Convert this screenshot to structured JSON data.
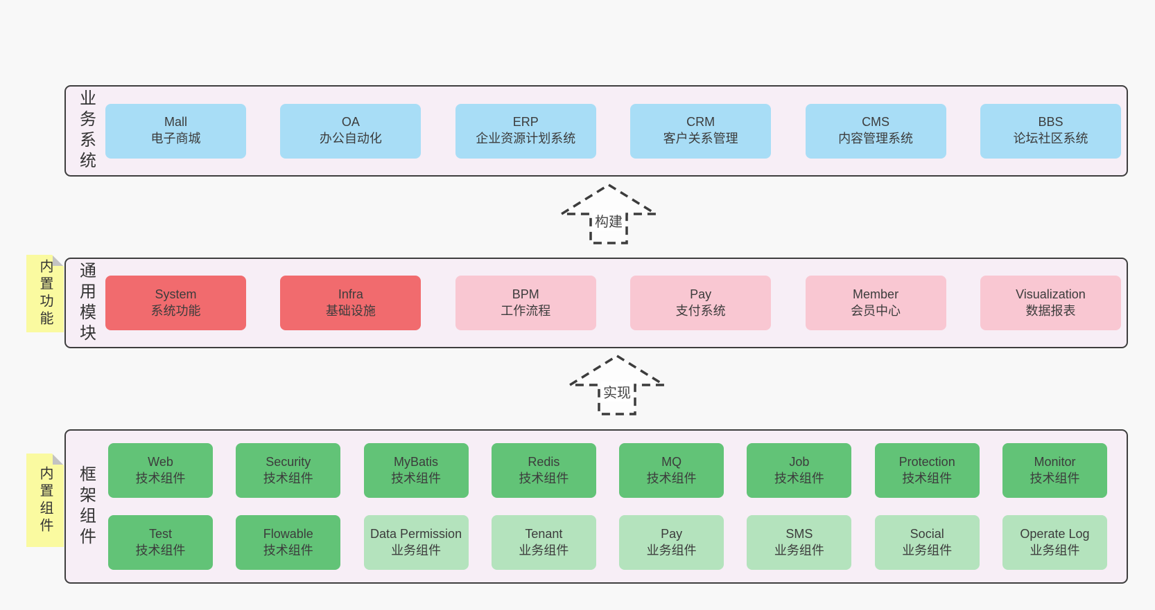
{
  "colors": {
    "page_bg": "#f8f8f8",
    "band_bg": "#f7eef6",
    "band_border": "#3e3e3e",
    "blue_box": "#a8ddf6",
    "red_box": "#f16b6e",
    "pink_box": "#f9c7d2",
    "green_box": "#62c377",
    "light_green_box": "#b4e3bd",
    "sticky_yellow": "#fafaa0"
  },
  "bands": {
    "business": {
      "label": "业务系统",
      "boxes": [
        {
          "en": "Mall",
          "zh": "电子商城"
        },
        {
          "en": "OA",
          "zh": "办公自动化"
        },
        {
          "en": "ERP",
          "zh": "企业资源计划系统"
        },
        {
          "en": "CRM",
          "zh": "客户关系管理"
        },
        {
          "en": "CMS",
          "zh": "内容管理系统"
        },
        {
          "en": "BBS",
          "zh": "论坛社区系统"
        }
      ]
    },
    "modules": {
      "label": "通用模块",
      "sticky": "内置功能",
      "boxes": [
        {
          "en": "System",
          "zh": "系统功能"
        },
        {
          "en": "Infra",
          "zh": "基础设施"
        },
        {
          "en": "BPM",
          "zh": "工作流程"
        },
        {
          "en": "Pay",
          "zh": "支付系统"
        },
        {
          "en": "Member",
          "zh": "会员中心"
        },
        {
          "en": "Visualization",
          "zh": "数据报表"
        }
      ]
    },
    "components": {
      "label": "框架组件",
      "sticky": "内置组件",
      "row1": [
        {
          "en": "Web",
          "zh": "技术组件"
        },
        {
          "en": "Security",
          "zh": "技术组件"
        },
        {
          "en": "MyBatis",
          "zh": "技术组件"
        },
        {
          "en": "Redis",
          "zh": "技术组件"
        },
        {
          "en": "MQ",
          "zh": "技术组件"
        },
        {
          "en": "Job",
          "zh": "技术组件"
        },
        {
          "en": "Protection",
          "zh": "技术组件"
        },
        {
          "en": "Monitor",
          "zh": "技术组件"
        }
      ],
      "row2": [
        {
          "en": "Test",
          "zh": "技术组件"
        },
        {
          "en": "Flowable",
          "zh": "技术组件"
        },
        {
          "en": "Data Permission",
          "zh": "业务组件"
        },
        {
          "en": "Tenant",
          "zh": "业务组件"
        },
        {
          "en": "Pay",
          "zh": "业务组件"
        },
        {
          "en": "SMS",
          "zh": "业务组件"
        },
        {
          "en": "Social",
          "zh": "业务组件"
        },
        {
          "en": "Operate Log",
          "zh": "业务组件"
        }
      ]
    }
  },
  "arrows": {
    "build": "构建",
    "implement": "实现"
  }
}
